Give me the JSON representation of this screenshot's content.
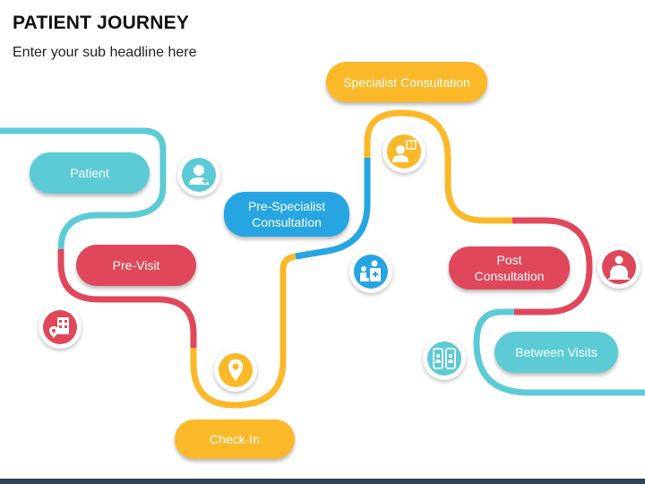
{
  "header": {
    "title": "PATIENT JOURNEY",
    "subtitle": "Enter your sub headline here"
  },
  "colors": {
    "teal": "#5ccbd6",
    "red": "#e0475a",
    "yellow": "#fbb829",
    "blue": "#26a5e2",
    "footer": "#2f4457"
  },
  "stages": [
    {
      "label": "Patient",
      "color": "#5ccbd6"
    },
    {
      "label": "Pre-Visit",
      "color": "#e0475a"
    },
    {
      "label": "Check-In",
      "color": "#fbb829"
    },
    {
      "label": "Pre-Specialist Consultation",
      "color": "#26a5e2"
    },
    {
      "label": "Specialist Consultation",
      "color": "#fbb829"
    },
    {
      "label": "Post Consultation",
      "color": "#e0475a"
    },
    {
      "label": "Between Visits",
      "color": "#5ccbd6"
    }
  ],
  "icons": [
    {
      "name": "patient-icon",
      "color": "#5ccbd6"
    },
    {
      "name": "hospital-location-icon",
      "color": "#e0475a"
    },
    {
      "name": "location-pin-icon",
      "color": "#fbb829"
    },
    {
      "name": "reception-desk-icon",
      "color": "#26a5e2"
    },
    {
      "name": "doctor-question-icon",
      "color": "#fbb829"
    },
    {
      "name": "doctor-laptop-icon",
      "color": "#e0475a"
    },
    {
      "name": "video-call-phones-icon",
      "color": "#5ccbd6"
    }
  ]
}
